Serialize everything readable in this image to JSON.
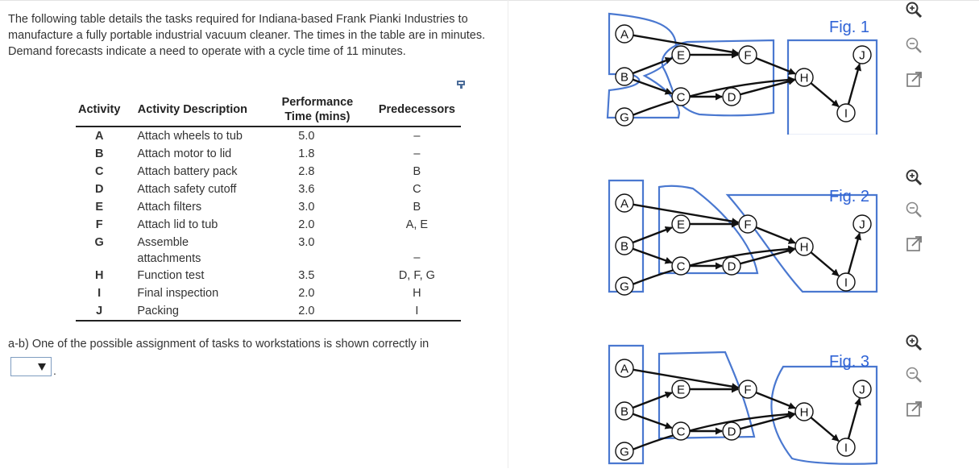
{
  "intro": "The following table details the tasks required for Indiana-based Frank Pianki Industries to manufacture a fully portable industrial vacuum cleaner. The times in the table are in minutes. Demand forecasts indicate a need to operate with a cycle time of 11 minutes.",
  "table": {
    "headers": {
      "activity": "Activity",
      "description": "Activity Description",
      "time_line1": "Performance",
      "time_line2": "Time (mins)",
      "predecessors": "Predecessors"
    },
    "rows": [
      {
        "activity": "A",
        "description": "Attach wheels to tub",
        "time": "5.0",
        "predecessors": "–"
      },
      {
        "activity": "B",
        "description": "Attach motor to lid",
        "time": "1.8",
        "predecessors": "–"
      },
      {
        "activity": "C",
        "description": "Attach battery pack",
        "time": "2.8",
        "predecessors": "B"
      },
      {
        "activity": "D",
        "description": "Attach safety cutoff",
        "time": "3.6",
        "predecessors": "C"
      },
      {
        "activity": "E",
        "description": "Attach filters",
        "time": "3.0",
        "predecessors": "B"
      },
      {
        "activity": "F",
        "description": "Attach lid to tub",
        "time": "2.0",
        "predecessors": "A, E"
      },
      {
        "activity": "G",
        "description_line1": "Assemble",
        "description_line2": "attachments",
        "time": "3.0",
        "predecessors": "–"
      },
      {
        "activity": "H",
        "description": "Function test",
        "time": "3.5",
        "predecessors": "D, F, G"
      },
      {
        "activity": "I",
        "description": "Final inspection",
        "time": "2.0",
        "predecessors": "H"
      },
      {
        "activity": "J",
        "description": "Packing",
        "time": "2.0",
        "predecessors": "I"
      }
    ]
  },
  "question": {
    "text": "a-b) One of the possible assignment of tasks to workstations is shown correctly in",
    "selected_value": "",
    "suffix": "."
  },
  "figures": [
    {
      "label": "Fig. 1"
    },
    {
      "label": "Fig. 2"
    },
    {
      "label": "Fig. 3"
    }
  ],
  "nodes": [
    "A",
    "B",
    "C",
    "D",
    "E",
    "F",
    "G",
    "H",
    "I",
    "J"
  ],
  "icons": [
    "zoom-in-icon",
    "zoom-out-icon",
    "expand-icon"
  ],
  "colors": {
    "accent": "#2f63d6",
    "station": "#4a78d0",
    "dropdown_border": "#7f9dc0"
  }
}
